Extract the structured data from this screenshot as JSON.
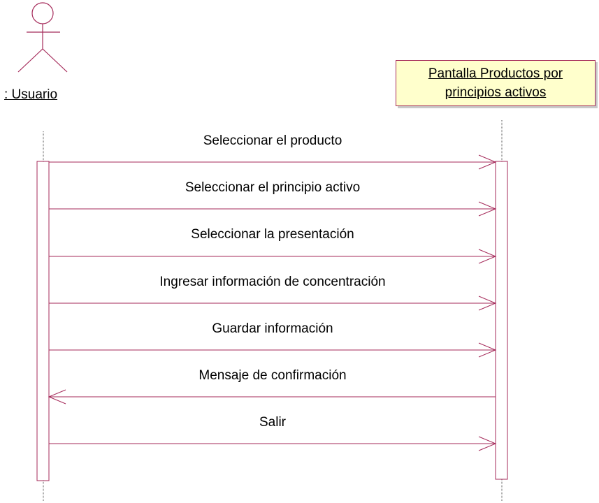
{
  "actor": {
    "label": ": Usuario",
    "icon": "stick-figure-icon"
  },
  "object": {
    "line1": "Pantalla Productos por",
    "line2": "principios activos"
  },
  "messages": [
    {
      "label": "Seleccionar el producto",
      "direction": "right"
    },
    {
      "label": "Seleccionar el principio activo",
      "direction": "right"
    },
    {
      "label": "Seleccionar la presentación",
      "direction": "right"
    },
    {
      "label": "Ingresar información de concentración",
      "direction": "right"
    },
    {
      "label": "Guardar información",
      "direction": "right"
    },
    {
      "label": "Mensaje de confirmación",
      "direction": "left"
    },
    {
      "label": "Salir",
      "direction": "right"
    }
  ],
  "colors": {
    "line": "#a52a5a",
    "box_fill": "#ffffcc",
    "lifeline": "#555555"
  }
}
